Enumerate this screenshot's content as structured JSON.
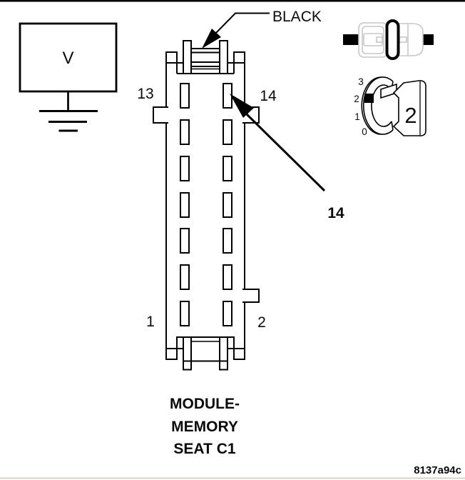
{
  "figure": {
    "code": "8137a94c",
    "component_label": {
      "line1": "MODULE-",
      "line2": "MEMORY",
      "line3": "SEAT C1"
    },
    "wire_color_callout": "BLACK",
    "pin_callout": "14",
    "voltmeter": {
      "label": "V"
    },
    "connector_pins": {
      "top_left": "13",
      "top_right": "14",
      "bottom_left": "1",
      "bottom_right": "2",
      "rows": 7,
      "columns": 2,
      "total_cavities": 14
    },
    "cavity_position_icon": {
      "tick_labels": [
        "3",
        "2",
        "1",
        "0"
      ],
      "marked_position": "2",
      "connector_number": "2"
    },
    "colors": {
      "line": "#000000",
      "icon_outline_gray": "#c7c7c7",
      "top_rule": "#000000",
      "bottom_rule": "#d9d2c4"
    }
  }
}
